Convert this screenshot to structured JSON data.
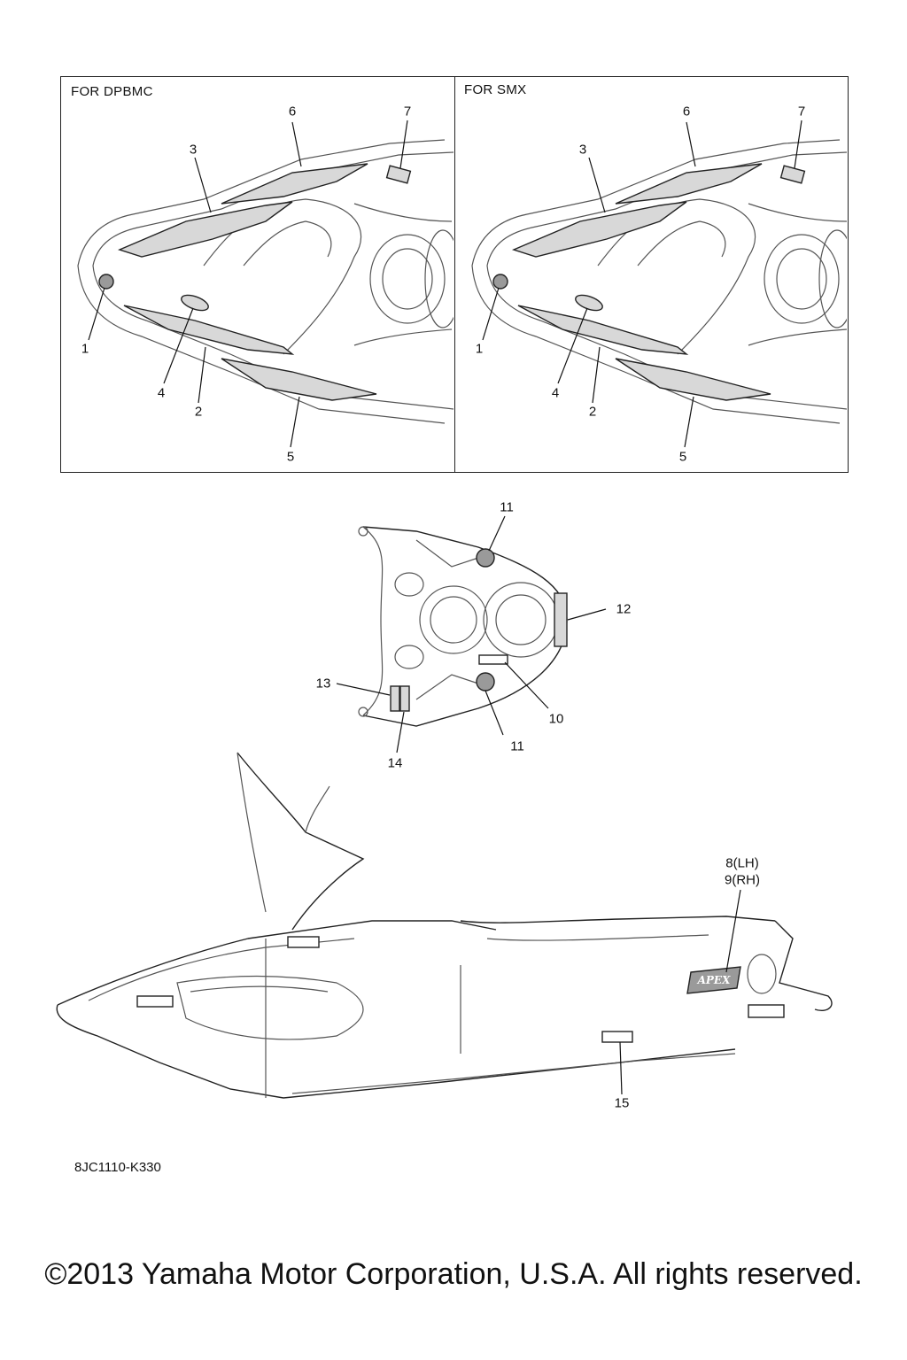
{
  "panels": {
    "left_title": "FOR DPBMC",
    "right_title": "FOR SMX"
  },
  "callouts": {
    "left": {
      "c1": "1",
      "c2": "2",
      "c3": "3",
      "c4": "4",
      "c5": "5",
      "c6": "6",
      "c7": "7"
    },
    "right": {
      "c1": "1",
      "c2": "2",
      "c3": "3",
      "c4": "4",
      "c5": "5",
      "c6": "6",
      "c7": "7"
    },
    "hood": {
      "c10": "10",
      "c11a": "11",
      "c11b": "11",
      "c12": "12",
      "c13": "13",
      "c14": "14"
    },
    "side": {
      "c8": "8(LH)",
      "c9": "9(RH)",
      "c15": "15"
    }
  },
  "decal_text": "APEX",
  "part_number": "8JC1110-K330",
  "copyright": "©2013 Yamaha Motor Corporation, U.S.A. All rights reserved."
}
